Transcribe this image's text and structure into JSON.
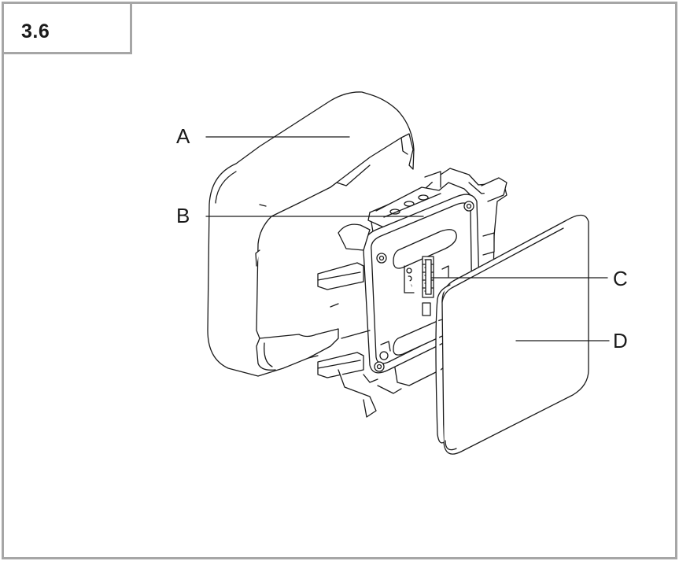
{
  "step": {
    "number": "3.6"
  },
  "callouts": {
    "a": "A",
    "b": "B",
    "c": "C",
    "d": "D"
  },
  "colors": {
    "frame_border": "#a6a6a6",
    "line": "#1a1a1a",
    "text": "#1a1a1a"
  }
}
